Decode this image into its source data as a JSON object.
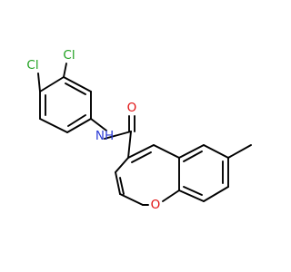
{
  "molecule": {
    "atom_labels": {
      "cl_top": "Cl",
      "cl_left": "Cl",
      "nh": "NH",
      "o_carbonyl": "O",
      "o_ring": "O"
    }
  },
  "colors": {
    "bond": "#000000",
    "chlorine": "#1fa01f",
    "nitrogen": "#2a3bd6",
    "oxygen": "#e01010"
  }
}
